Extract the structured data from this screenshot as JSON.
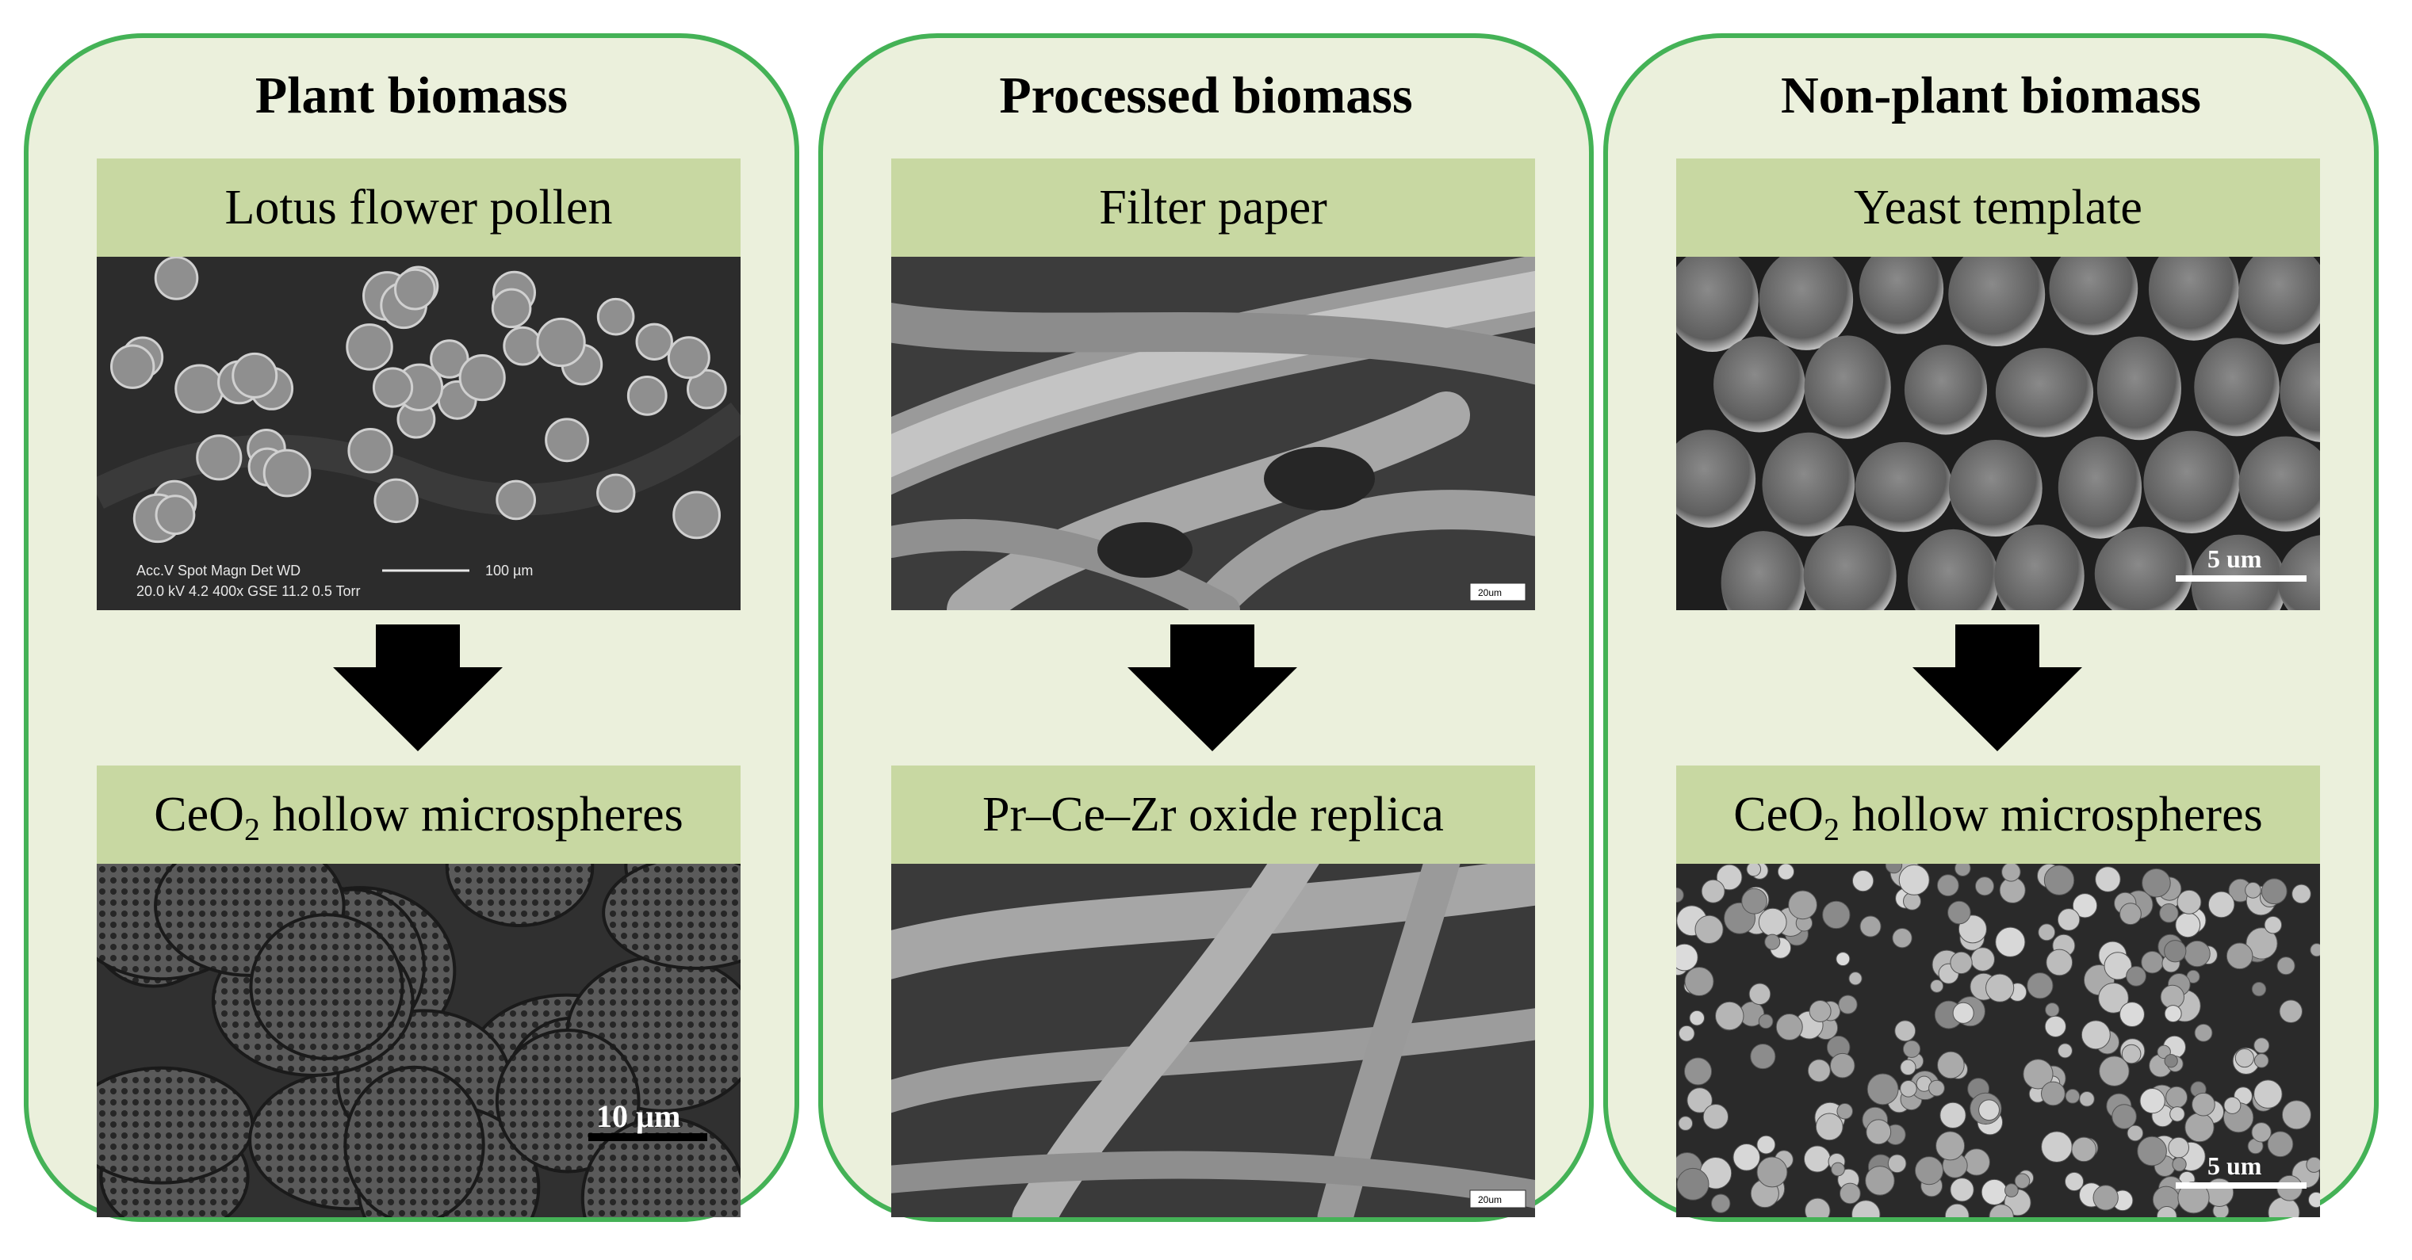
{
  "panels": [
    {
      "title": "Plant biomass",
      "top_label": "Lotus flower pollen",
      "bottom_label": {
        "main": "CeO",
        "sub": "2",
        "rest": " hollow microspheres"
      },
      "top_image": {
        "meta_line1": "Acc.V   Spot Magn    Det  WD",
        "meta_line2": "20.0 kV 4.2   400x    GSE 11.2   0.5 Torr",
        "scale_text": "100 µm"
      },
      "bottom_image": {
        "scale_text": "10 µm"
      }
    },
    {
      "title": "Processed biomass",
      "top_label": "Filter paper",
      "bottom_label": {
        "main": "Pr–Ce–Zr oxide replica",
        "sub": "",
        "rest": ""
      },
      "top_image": {
        "scale_text": "20um"
      },
      "bottom_image": {
        "scale_text": "20um"
      }
    },
    {
      "title": "Non-plant biomass",
      "top_label": "Yeast template",
      "bottom_label": {
        "main": "CeO",
        "sub": "2",
        "rest": " hollow microspheres"
      },
      "top_image": {
        "scale_text": "5 um"
      },
      "bottom_image": {
        "scale_text": "5 um"
      }
    }
  ],
  "colors": {
    "panel_bg": "#ebf0dc",
    "panel_border": "#44b256",
    "label_bg": "#c8d8a2",
    "arrow": "#000000"
  }
}
